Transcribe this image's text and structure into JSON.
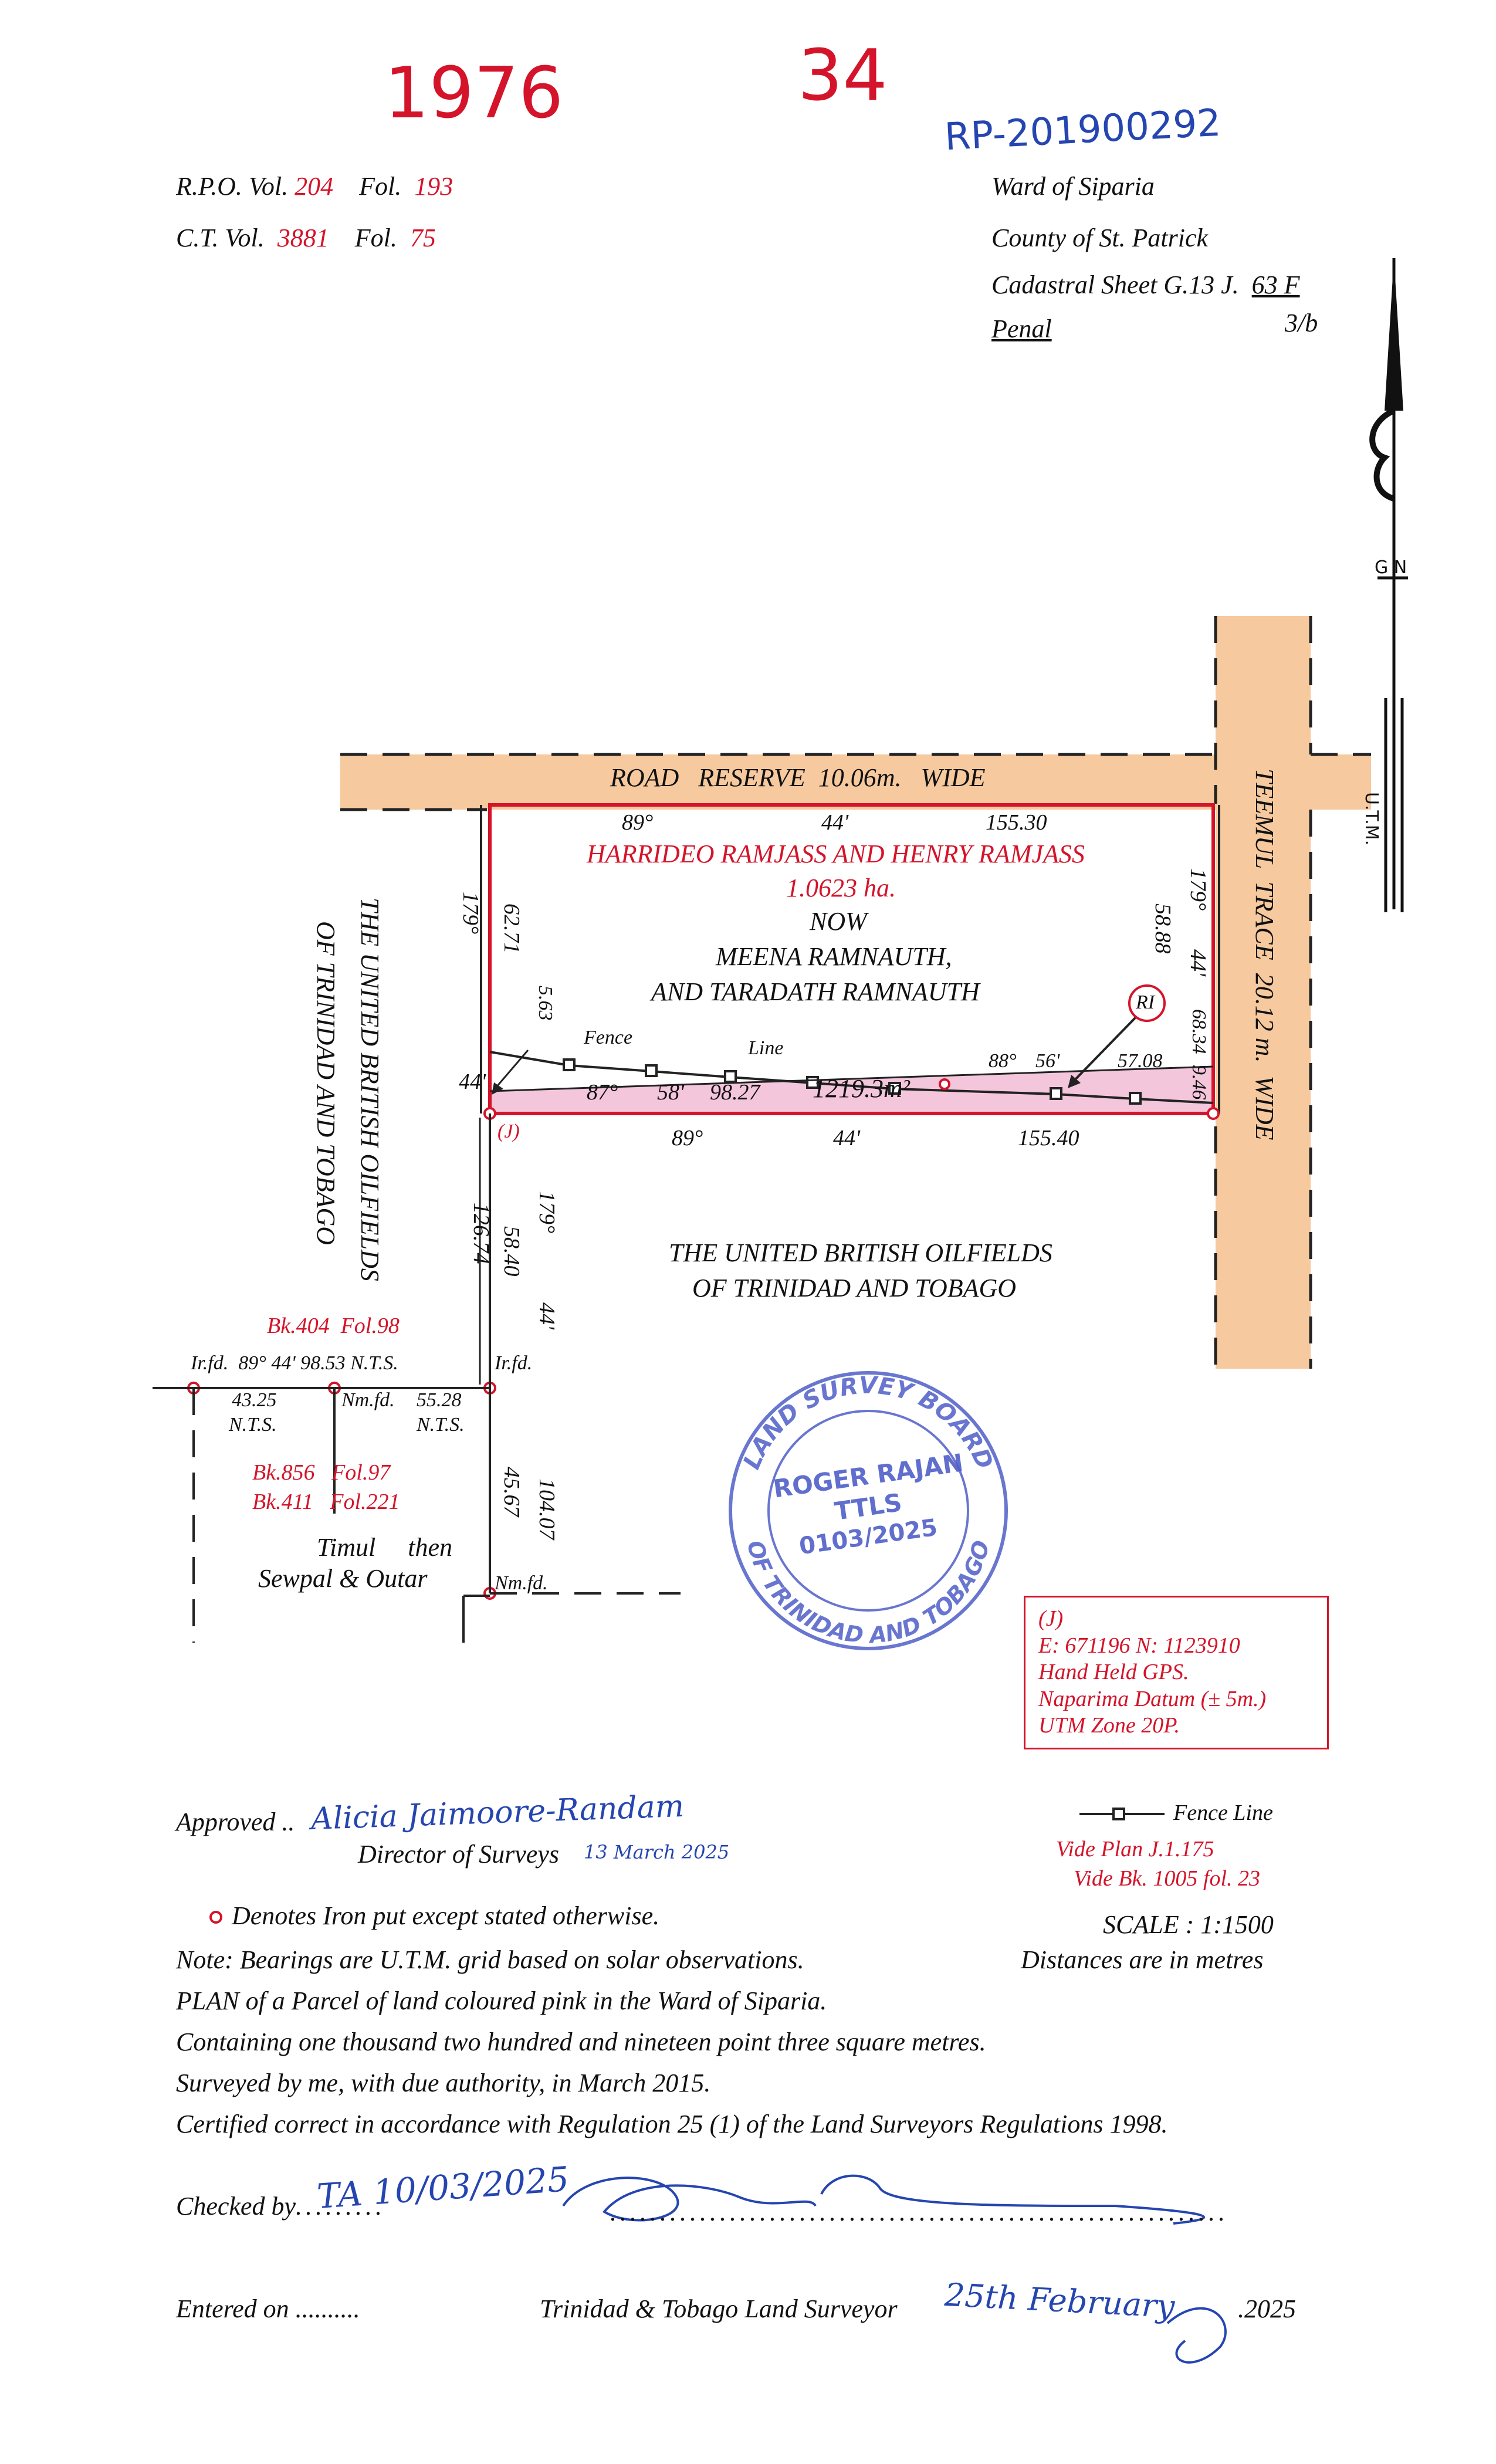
{
  "header": {
    "year": "1976",
    "number": "34",
    "reference": "RP-201900292",
    "rpo_label": "R.P.O. Vol.",
    "rpo_vol": "204",
    "rpo_fol_label": "Fol.",
    "rpo_fol": "193",
    "ct_label": "C.T. Vol.",
    "ct_vol": "3881",
    "ct_fol_label": "Fol.",
    "ct_fol": "75",
    "ward": "Ward of Siparia",
    "county": "County of St. Patrick",
    "cadastral": "Cadastral Sheet G.13 J.",
    "cadastral_num": "63 F",
    "cadastral_den": "3/b",
    "penal": "Penal"
  },
  "north": {
    "gn": "G",
    "n": "N",
    "utm": "U.T.M."
  },
  "plan": {
    "road_reserve": "ROAD   RESERVE  10.06m.   WIDE",
    "trace": "TEEMUL  TRACE  20.12 m.  WIDE",
    "owners_line1": "HARRIDEO RAMJASS  AND  HENRY RAMJASS",
    "area_ha": "1.0623 ha.",
    "now": "NOW",
    "new_owner1": "MEENA RAMNAUTH,",
    "new_owner2": "AND TARADATH RAMNAUTH",
    "top_b1": "89°",
    "top_b2": "44'",
    "top_dist": "155.30",
    "bot_b1": "89°",
    "bot_b2": "44'",
    "bot_dist": "155.40",
    "left_b1": "179°",
    "left_dist": "62.71",
    "left_b3": "44'",
    "left_563": "5.63",
    "right_b1": "179°",
    "right_b2": "44'",
    "right_dist1": "58.88",
    "right_dist2": "68.34",
    "right_dist3": "9.46",
    "fence": "Fence",
    "line": "Line",
    "pink_b1": "87°",
    "pink_b2": "58'",
    "pink_dist": "98.27",
    "pink_area": "1219.3m²",
    "fence_b1": "88°",
    "fence_b2": "56'",
    "fence_dist": "57.08",
    "ri": "RI",
    "j_label": "(J)",
    "west_owner1": "THE UNITED BRITISH OILFIELDS",
    "west_owner2": "OF TRINIDAD AND TOBAGO",
    "south_owner1": "THE UNITED BRITISH OILFIELDS",
    "south_owner2": "OF TRINIDAD AND TOBAGO",
    "down_b1": "179°",
    "down_dist1": "58.40",
    "down_dist2": "126.74",
    "down_b2": "44'",
    "bk404": "Bk.404",
    "fol98": "Fol.98",
    "irfd_left": "Ir.fd.",
    "w_b1": "89°",
    "w_b2": "44'",
    "w_dist": "98.53",
    "nts": "N.T.S.",
    "irfd_right": "Ir.fd.",
    "d4325": "43.25",
    "nts_a": "N.T.S.",
    "nmfd": "Nm.fd.",
    "d5528": "55.28",
    "nts_b": "N.T.S.",
    "bk856": "Bk.856",
    "fol97": "Fol.97",
    "bk411": "Bk.411",
    "fol221": "Fol.221",
    "timul1": "Timul     then",
    "timul2": "Sewpal & Outar",
    "d4567": "45.67",
    "d10407": "104.07",
    "nmfd2": "Nm.fd."
  },
  "stamp": {
    "ring_top": "LAND SURVEY BOARD",
    "ring_bottom": "OF TRINIDAD AND TOBAGO",
    "name": "ROGER RAJAN",
    "title": "TTLS",
    "number": "0103/2025"
  },
  "gps_box": {
    "l1": "(J)",
    "l2": "E: 671196   N: 1123910",
    "l3": "Hand Held GPS.",
    "l4": "Naparima Datum (± 5m.)",
    "l5": "UTM  Zone 20P."
  },
  "footer": {
    "approved": "Approved ..",
    "approved_sig": "Alicia Jaimoore-Randam",
    "director": "Director of Surveys",
    "director_date": "13 March 2025",
    "fence_legend": "Fence Line",
    "vide1": "Vide Plan J.1.175",
    "vide2": "Vide Bk. 1005 fol. 23",
    "iron": "Denotes Iron put except stated otherwise.",
    "scale": "SCALE : 1:1500",
    "note": "Note: Bearings are U.T.M. grid based on solar observations.",
    "distances": "Distances are in metres",
    "plan_line": "PLAN of a Parcel of land coloured pink in the Ward of Siparia.",
    "containing": "Containing one thousand two hundred and nineteen point three square metres.",
    "surveyed": "Surveyed by me, with due authority, in March 2015.",
    "certified": "Certified correct in accordance with Regulation 25 (1) of the Land Surveyors Regulations 1998.",
    "checked": "Checked by",
    "checked_sig": "TA 10/03/2025",
    "entered": "Entered on ..........",
    "surveyor": "Trinidad & Tobago  Land Surveyor",
    "surveyor_date": "25th February",
    "year": ".2025"
  },
  "colors": {
    "red": "#d4142a",
    "pink": "#f4c6dc",
    "road": "#f6c99e",
    "blue": "#2545b0"
  }
}
